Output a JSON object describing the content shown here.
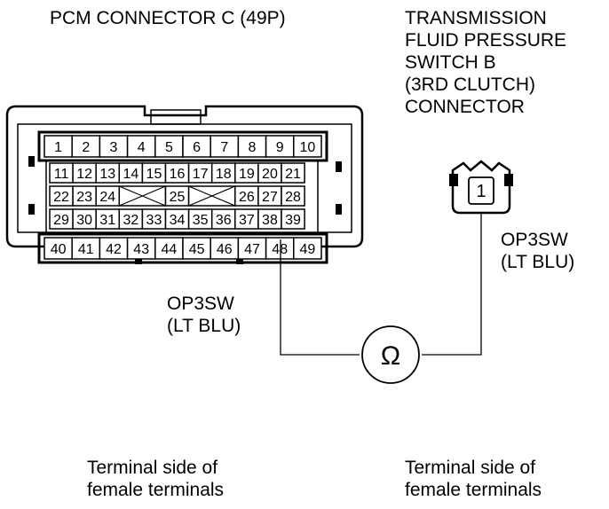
{
  "pcm_connector": {
    "title": "PCM CONNECTOR C (49P)",
    "rows": [
      [
        "1",
        "2",
        "3",
        "4",
        "5",
        "6",
        "7",
        "8",
        "9",
        "10"
      ],
      [
        "11",
        "12",
        "13",
        "14",
        "15",
        "16",
        "17",
        "18",
        "19",
        "20",
        "21"
      ],
      [
        "22",
        "23",
        "24",
        "25",
        "26",
        "27",
        "28"
      ],
      [
        "29",
        "30",
        "31",
        "32",
        "33",
        "34",
        "35",
        "36",
        "37",
        "38",
        "39"
      ],
      [
        "40",
        "41",
        "42",
        "43",
        "44",
        "45",
        "46",
        "47",
        "48",
        "49"
      ]
    ],
    "wire_label": "OP3SW\n(LT BLU)",
    "caption": "Terminal side of\nfemale terminals"
  },
  "switch_connector": {
    "title": "TRANSMISSION\nFLUID PRESSURE\nSWITCH B\n(3RD CLUTCH)\nCONNECTOR",
    "terminal": "1",
    "wire_label": "OP3SW\n(LT BLU)",
    "caption": "Terminal side of\nfemale terminals"
  },
  "meter": {
    "symbol": "Ω"
  }
}
